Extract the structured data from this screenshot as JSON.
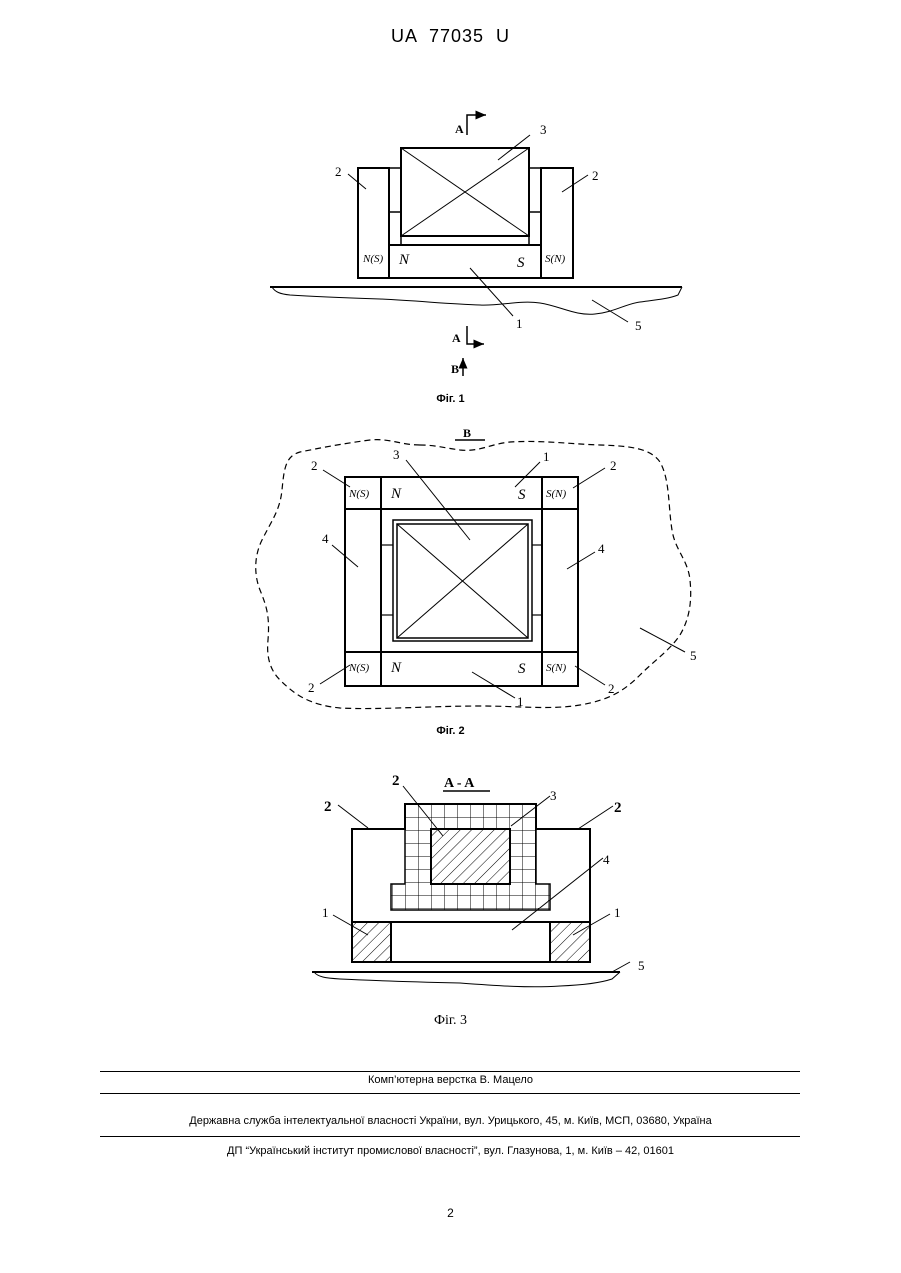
{
  "header": {
    "patent_number": "UA   77035   U"
  },
  "fig1": {
    "caption": "Фіг. 1",
    "labels": {
      "magnet_left": "2",
      "magnet_right": "2",
      "load": "3",
      "base": "1",
      "surface": "5"
    },
    "poles": {
      "left": "N(S)",
      "right": "S(N)",
      "base_n": "N",
      "base_s": "S"
    },
    "section": {
      "a_top": "A",
      "a_bottom": "A",
      "b": "B"
    }
  },
  "fig2": {
    "caption": "Фіг. 2",
    "view": "B",
    "labels": {
      "tl": "2",
      "tr": "2",
      "bl": "2",
      "br": "2",
      "load": "3",
      "top_bar": "1",
      "bottom_bar": "1",
      "side_left": "4",
      "side_right": "4",
      "surface": "5"
    },
    "poles": {
      "top_left": "N(S)",
      "top_n": "N",
      "top_s": "S",
      "top_right": "S(N)",
      "bottom_left": "N(S)",
      "bottom_n": "N",
      "bottom_s": "S",
      "bottom_right": "S(N)"
    }
  },
  "fig3": {
    "caption": "Фіг. 3",
    "section": "A - A",
    "labels": {
      "inner": "2",
      "left": "2",
      "right": "2",
      "load": "3",
      "plate": "4",
      "bar_left": "1",
      "bar_right": "1",
      "surface": "5"
    }
  },
  "footer": {
    "layout_by": "Комп’ютерна верстка В. Мацело",
    "agency": "Державна служба інтелектуальної власності України, вул. Урицького, 45, м. Київ, МСП, 03680, Україна",
    "institute": "ДП “Український інститут промислової власності”, вул. Глазунова, 1, м. Київ – 42, 01601"
  },
  "page_number": "2"
}
